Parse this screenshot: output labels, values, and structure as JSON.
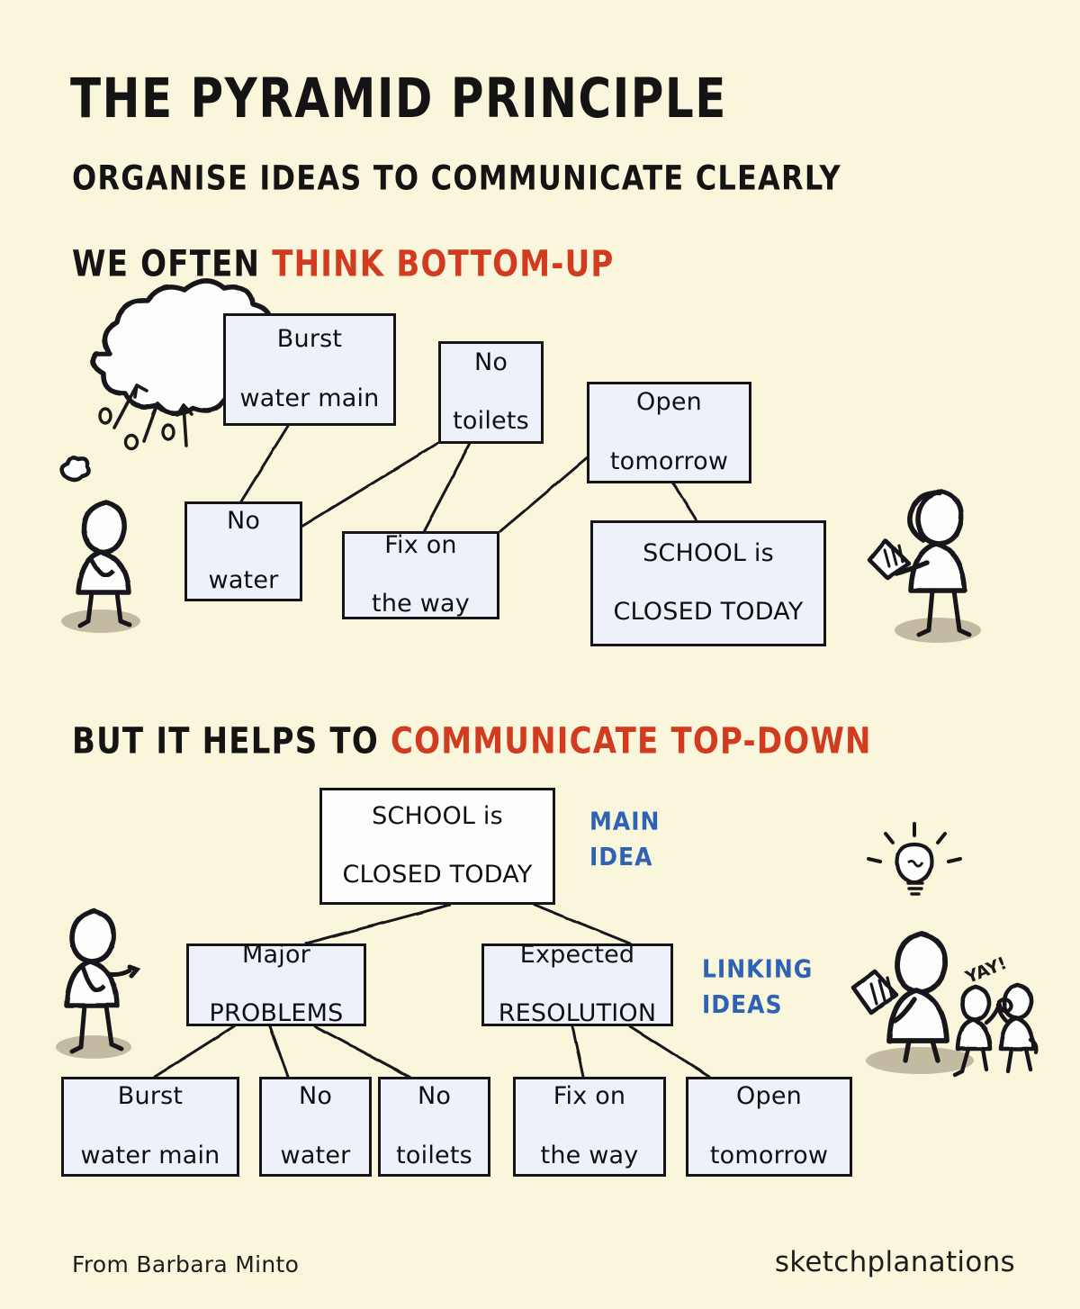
{
  "page": {
    "background_color": "#faf6dc",
    "title": "THE PYRAMID PRINCIPLE",
    "subtitle": "ORGANISE IDEAS TO COMMUNICATE CLEARLY"
  },
  "colors": {
    "accent_red": "#d13b20",
    "accent_blue": "#2d62b5",
    "ink": "#16161a",
    "box_fill": "#eef2f8",
    "box_fill_main": "#fdfdfd",
    "shadow": "#b8b096"
  },
  "section_bottom_up": {
    "heading_plain": "WE OFTEN ",
    "heading_accent": "THINK BOTTOM-UP",
    "nodes": [
      {
        "id": "burst",
        "label_line1": "Burst",
        "label_line2": "water main"
      },
      {
        "id": "nowater",
        "label_line1": "No",
        "label_line2": "water"
      },
      {
        "id": "notoilets",
        "label_line1": "No",
        "label_line2": "toilets"
      },
      {
        "id": "fix",
        "label_line1": "Fix on",
        "label_line2": "the way"
      },
      {
        "id": "open",
        "label_line1": "Open",
        "label_line2": "tomorrow"
      },
      {
        "id": "closed",
        "label_line1": "SCHOOL is",
        "label_line2": "CLOSED TODAY"
      }
    ],
    "connections": [
      "burst-nowater",
      "nowater-notoilets",
      "notoilets-fix",
      "fix-open",
      "open-closed"
    ],
    "left_character": "thinking-person-with-thought-cloud",
    "right_character": "confused-person-with-note"
  },
  "section_top_down": {
    "heading_plain": "BUT IT HELPS TO ",
    "heading_accent": "COMMUNICATE TOP-DOWN",
    "note_main": "MAIN\nIDEA",
    "note_main_line1": "MAIN",
    "note_main_line2": "IDEA",
    "note_link_line1": "LINKING",
    "note_link_line2": "IDEAS",
    "main_idea": {
      "label_line1": "SCHOOL is",
      "label_line2": "CLOSED TODAY"
    },
    "linking_ideas": [
      {
        "id": "problems",
        "label_line1": "Major",
        "label_line2": "PROBLEMS"
      },
      {
        "id": "resolution",
        "label_line1": "Expected",
        "label_line2": "RESOLUTION"
      }
    ],
    "supporting": [
      {
        "id": "burst2",
        "parent": "problems",
        "label_line1": "Burst",
        "label_line2": "water main"
      },
      {
        "id": "nowater2",
        "parent": "problems",
        "label_line1": "No",
        "label_line2": "water"
      },
      {
        "id": "notoilets2",
        "parent": "problems",
        "label_line1": "No",
        "label_line2": "toilets"
      },
      {
        "id": "fix2",
        "parent": "resolution",
        "label_line1": "Fix on",
        "label_line2": "the way"
      },
      {
        "id": "open2",
        "parent": "resolution",
        "label_line1": "Open",
        "label_line2": "tomorrow"
      }
    ],
    "left_character": "pointing-person",
    "right_character": "person-with-lightbulb-and-two-happy-kids",
    "exclamation": "YAY!"
  },
  "footer": {
    "credit": "From Barbara Minto",
    "brand": "sketchplanations"
  }
}
